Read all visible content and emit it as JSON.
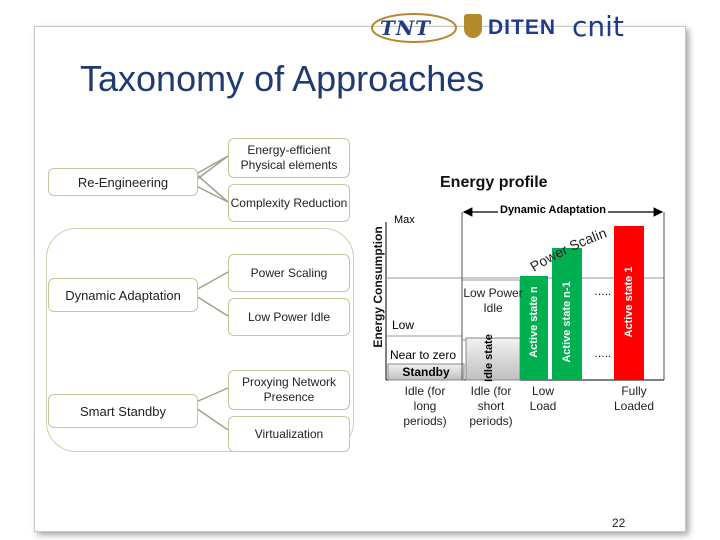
{
  "logos": {
    "tnt": "TNT",
    "diten": "DITEN",
    "cnit": "cnit"
  },
  "title": "Taxonomy of Approaches",
  "taxonomy": {
    "re_engineering": "Re-Engineering",
    "energy_efficient": "Energy-efficient Physical elements",
    "complexity_reduction": "Complexity Reduction",
    "dynamic_adaptation": "Dynamic Adaptation",
    "power_scaling": "Power Scaling",
    "low_power_idle": "Low Power Idle",
    "smart_standby": "Smart Standby",
    "proxying": "Proxying Network Presence",
    "virtualization": "Virtualization"
  },
  "profile": {
    "title": "Energy profile",
    "y_axis": "Energy Consumption",
    "dyn_adapt": "Dynamic Adaptation",
    "max": "Max",
    "low": "Low",
    "near_zero": "Near to zero",
    "standby": "Standby",
    "power_scaling_curve": "Power Scaling",
    "low_power_idle": "Low Power Idle",
    "idle_state": "Idle state",
    "active_n": "Active state n",
    "active_n1": "Active state n-1",
    "active_1": "Active state 1",
    "dots": "…..",
    "x_labels": [
      "Idle (for long periods)",
      "Idle (for short periods)",
      "Low Load",
      "Fully Loaded"
    ]
  },
  "colors": {
    "red": "#ff0000",
    "green": "#00b050",
    "gray": "#d9d9d9"
  },
  "page_number": "22"
}
